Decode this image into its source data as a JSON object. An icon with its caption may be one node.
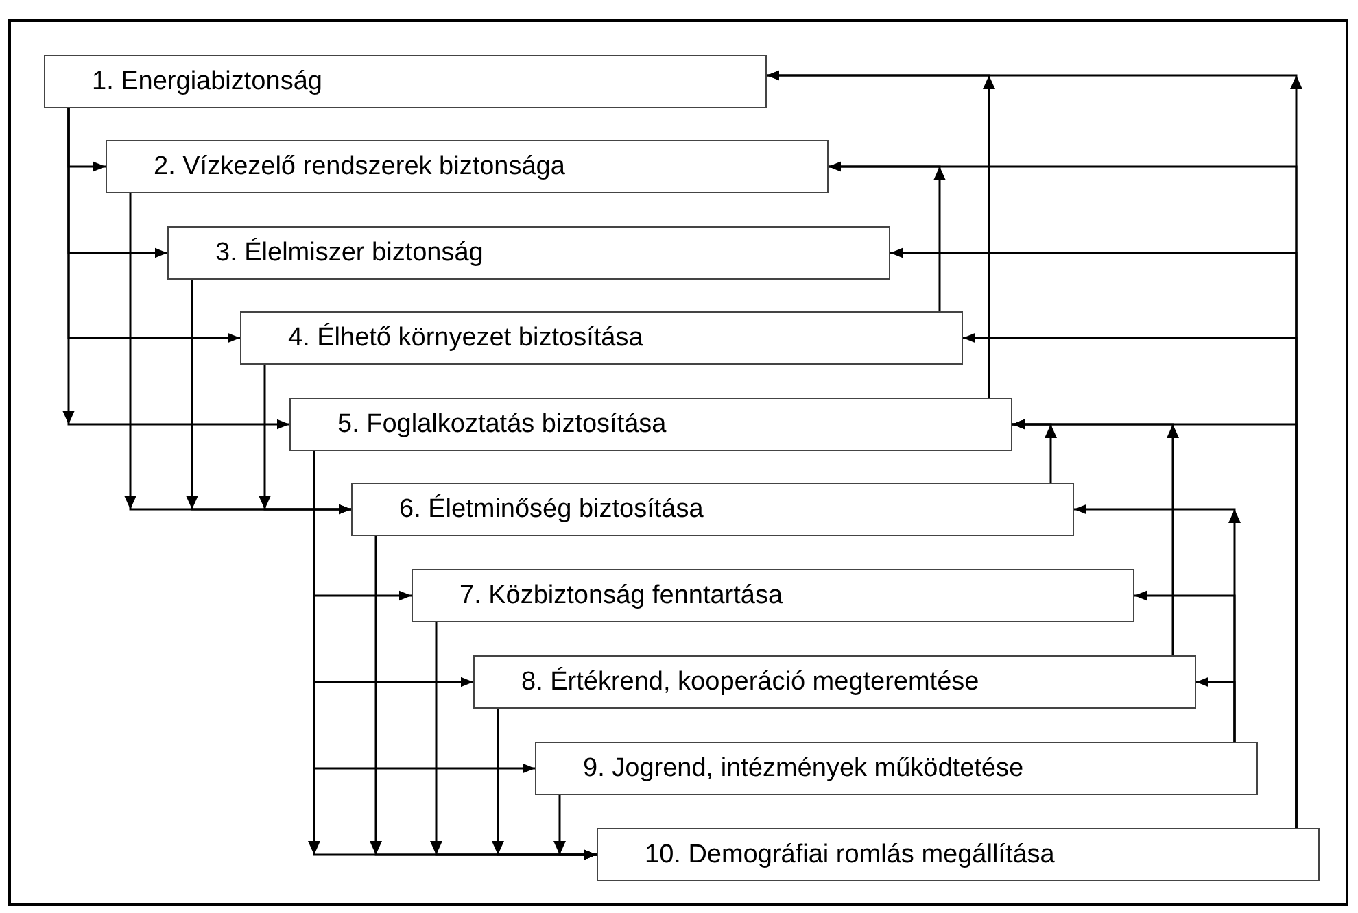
{
  "diagram": {
    "nodes": [
      {
        "text": [
          "1. Energiabiztonság"
        ]
      },
      {
        "text": [
          "2. Vízkezelő rendszerek  biztonsága"
        ]
      },
      {
        "text": [
          "3. Élelmiszer biztonság"
        ]
      },
      {
        "text": [
          "4. Élhető környezet biztosítása"
        ]
      },
      {
        "text": [
          "5. Foglalkoztatás biztosítása"
        ]
      },
      {
        "text": [
          "6. Életminőség biztosítása"
        ]
      },
      {
        "text": [
          "7. Közbiztonság fenntartása"
        ]
      },
      {
        "text": [
          "8. Értékrend, kooperáció megteremtése"
        ]
      },
      {
        "text": [
          "9. Jogrend, intézmények működtetése"
        ]
      },
      {
        "text": [
          "10. Demográfiai romlás megállítása"
        ]
      }
    ],
    "edges": [
      {
        "from": 0,
        "to": 1,
        "arrow": "to"
      },
      {
        "from": 0,
        "to": 2,
        "arrow": "to"
      },
      {
        "from": 0,
        "to": 3,
        "arrow": "to"
      },
      {
        "from": 0,
        "to": 4,
        "arrow": "to"
      },
      {
        "from": 1,
        "to": 5,
        "arrow": "to"
      },
      {
        "from": 2,
        "to": 5,
        "arrow": "to"
      },
      {
        "from": 3,
        "to": 5,
        "arrow": "to"
      },
      {
        "from": 4,
        "to": 6,
        "arrow": "to"
      },
      {
        "from": 4,
        "to": 7,
        "arrow": "to"
      },
      {
        "from": 4,
        "to": 8,
        "arrow": "to"
      },
      {
        "from": 4,
        "to": 9,
        "arrow": "to"
      },
      {
        "from": 5,
        "to": 9,
        "arrow": "to"
      },
      {
        "from": 6,
        "to": 9,
        "arrow": "to"
      },
      {
        "from": 7,
        "to": 9,
        "arrow": "to"
      },
      {
        "from": 8,
        "to": 9,
        "arrow": "to"
      },
      {
        "from": 9,
        "to": 0,
        "arrow": "to"
      },
      {
        "from": 9,
        "to": 1,
        "arrow": "to"
      },
      {
        "from": 9,
        "to": 2,
        "arrow": "to"
      },
      {
        "from": 9,
        "to": 3,
        "arrow": "to"
      },
      {
        "from": 9,
        "to": 4,
        "arrow": "to"
      },
      {
        "from": 4,
        "to": 0,
        "arrow": "to"
      },
      {
        "from": 3,
        "to": 1,
        "arrow": "to"
      },
      {
        "from": 5,
        "to": 4,
        "arrow": "to"
      },
      {
        "from": 7,
        "to": 4,
        "arrow": "to"
      },
      {
        "from": 8,
        "to": 5,
        "arrow": "to"
      },
      {
        "from": 8,
        "to": 6,
        "arrow": "to"
      },
      {
        "from": 8,
        "to": 7,
        "arrow": "to"
      }
    ]
  }
}
